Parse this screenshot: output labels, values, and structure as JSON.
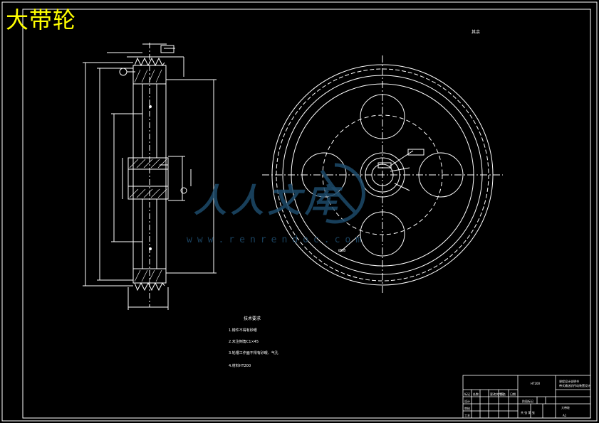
{
  "title": "大带轮",
  "watermark": {
    "brand": "人人文库",
    "url": "www.renrendoc.com"
  },
  "colors": {
    "background": "#000000",
    "line": "#ffffff",
    "title": "#ffff00",
    "watermark": "#1d4a6a"
  }
}
